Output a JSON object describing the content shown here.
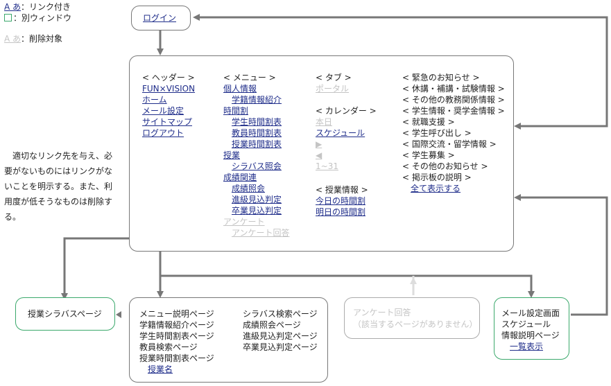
{
  "legend": {
    "link_sample": "A あ",
    "link_desc": "：リンク付き",
    "window_desc": "：別ウィンドウ",
    "delete_sample": "A あ",
    "delete_desc": "：削除対象"
  },
  "login": {
    "label": "ログイン"
  },
  "note": "適切なリンク先を与え、必要がないものにはリンクがないことを明示する。また、利用度が低そうなものは削除する。",
  "main": {
    "header": {
      "title": "< ヘッダー >",
      "items": [
        "FUN×VISION",
        "ホーム",
        "メール設定",
        "サイトマップ",
        "ログアウト"
      ]
    },
    "menu": {
      "title": "< メニュー >",
      "items": [
        {
          "text": "個人情報",
          "style": "link",
          "indent": false
        },
        {
          "text": "学籍情報紹介",
          "style": "link",
          "indent": true
        },
        {
          "text": "時間割",
          "style": "link",
          "indent": false
        },
        {
          "text": "学生時間割表",
          "style": "link",
          "indent": true
        },
        {
          "text": "教員時間割表",
          "style": "link",
          "indent": true
        },
        {
          "text": "授業時間割表",
          "style": "link",
          "indent": true
        },
        {
          "text": "授業",
          "style": "link",
          "indent": false
        },
        {
          "text": "シラバス照会",
          "style": "link",
          "indent": true
        },
        {
          "text": "成績関連",
          "style": "link",
          "indent": false
        },
        {
          "text": "成績照会",
          "style": "link",
          "indent": true
        },
        {
          "text": "進級見込判定",
          "style": "link",
          "indent": true
        },
        {
          "text": "卒業見込判定",
          "style": "link",
          "indent": true
        },
        {
          "text": "アンケート",
          "style": "dim",
          "indent": false
        },
        {
          "text": "アンケート回答",
          "style": "dim",
          "indent": true
        }
      ]
    },
    "tab": {
      "title": "< タブ >",
      "items": [
        "ポータル"
      ]
    },
    "calendar": {
      "title": "< カレンダー >",
      "items": [
        {
          "text": "本日",
          "style": "dim"
        },
        {
          "text": "スケジュール",
          "style": "link"
        },
        {
          "text": "▶",
          "style": "dim"
        },
        {
          "text": "◀",
          "style": "dim"
        },
        {
          "text": "1~31",
          "style": "dim"
        }
      ]
    },
    "class_info": {
      "title": "< 授業情報 >",
      "items": [
        "今日の時間割",
        "明日の時間割"
      ]
    },
    "news": {
      "title": "< 緊急のお知らせ >",
      "items": [
        "< 休講・補講・試験情報 >",
        "< その他の教務関係情報 >",
        "< 学生情報・奨学金情報 >",
        "< 就職支援 >",
        "< 学生呼び出し >",
        "< 国際交流・留学情報 >",
        "< 学生募集 >",
        "< その他のお知らせ >",
        "< 掲示板の説明 >"
      ],
      "show_all": "全て表示する"
    }
  },
  "syllabus_page": {
    "label": "授業シラバスページ"
  },
  "pages_box": {
    "left": [
      "メニュー説明ページ",
      "学籍情報紹介ページ",
      "学生時間割表ページ",
      "教員検索ページ",
      "授業時間割表ページ"
    ],
    "left_link": "授業名",
    "right": [
      "シラバス検索ページ",
      "成績照会ページ",
      "進級見込判定ページ",
      "卒業見込判定ページ"
    ]
  },
  "survey_box": {
    "line1": "アンケート回答",
    "line2": "（該当するページがありません）"
  },
  "mail_box": {
    "items": [
      "メール設定画面",
      "スケジュール",
      "情報説明ページ"
    ],
    "link": "一覧表示"
  },
  "colors": {
    "link": "#1f2d8a",
    "line": "#777777",
    "green": "#3aa86b",
    "faded": "#c4c4c4"
  }
}
